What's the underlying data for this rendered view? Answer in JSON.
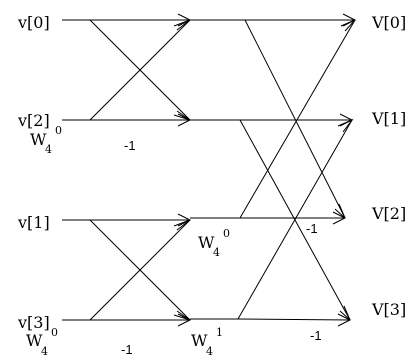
{
  "inputs": [
    "v[0]",
    "v[2]",
    "v[1]",
    "v[3]"
  ],
  "outputs": [
    "V[0]",
    "V[1]",
    "V[2]",
    "V[3]"
  ],
  "twiddle_base": "W",
  "twiddle_sub": "4",
  "twiddle_exp_0": "0",
  "twiddle_exp_1": "1",
  "neg_one": "-1"
}
